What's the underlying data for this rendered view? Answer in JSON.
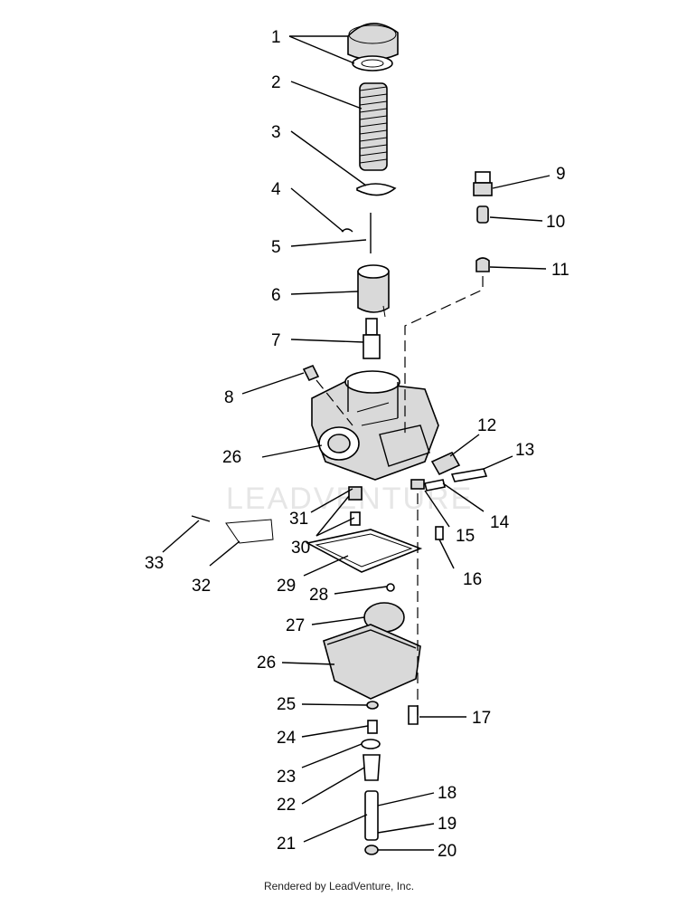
{
  "watermark": "LEADVENTURE",
  "footer_text": "Rendered by LeadVenture, Inc.",
  "callouts": [
    "1",
    "2",
    "3",
    "4",
    "5",
    "6",
    "7",
    "8",
    "9",
    "10",
    "11",
    "12",
    "13",
    "14",
    "15",
    "16",
    "17",
    "18",
    "19",
    "20",
    "21",
    "22",
    "23",
    "24",
    "25",
    "26",
    "26",
    "27",
    "28",
    "29",
    "30",
    "31",
    "32",
    "33"
  ]
}
